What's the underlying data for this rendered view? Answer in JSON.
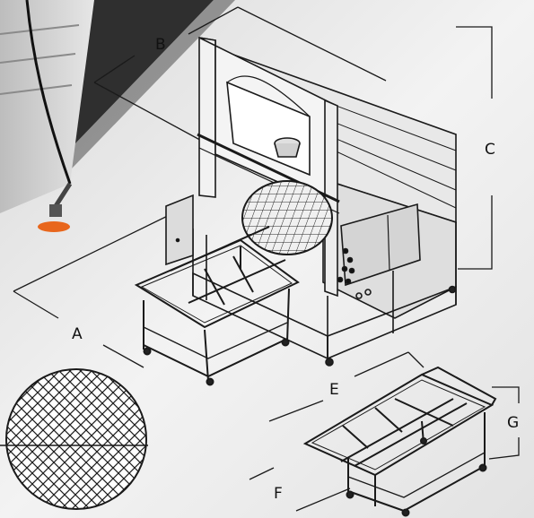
{
  "dimension_labels": {
    "a": "A",
    "b": "B",
    "c": "C",
    "e": "E",
    "f": "F",
    "g": "G"
  },
  "colors": {
    "background": "#ebebeb",
    "corner_shadow": "#2f2f2f",
    "line": "#1a1a1a",
    "orange_foot": "#e8661c"
  }
}
